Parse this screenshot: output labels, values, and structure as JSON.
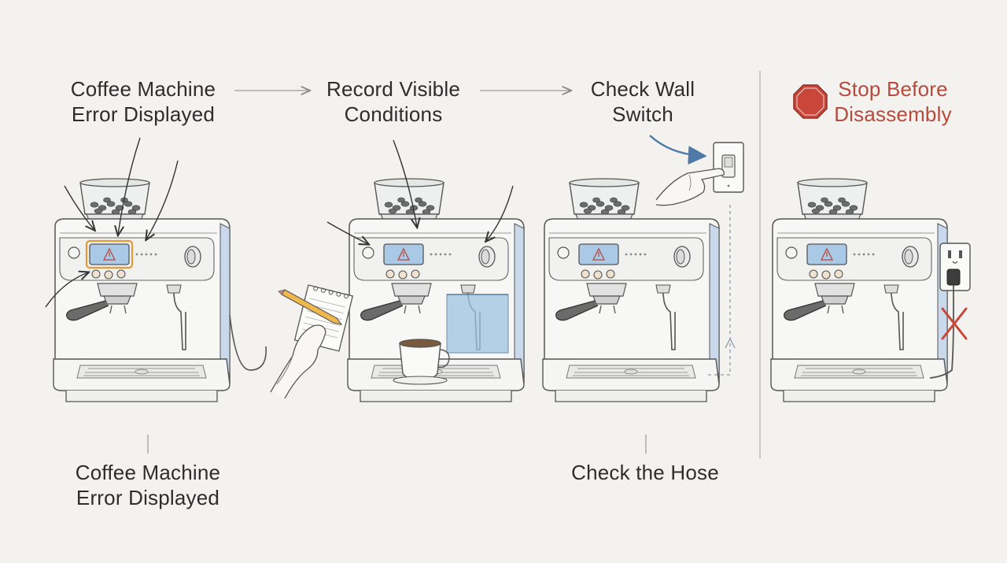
{
  "steps": [
    {
      "line1": "Coffee Machine",
      "line2": "Error Displayed"
    },
    {
      "line1": "Record Visible",
      "line2": "Conditions"
    },
    {
      "line1": "Check Wall",
      "line2": "Switch"
    },
    {
      "line1": "Stop Before",
      "line2": "Disassembly"
    }
  ],
  "bottom_labels": [
    {
      "line1": "Coffee Machine",
      "line2": "Error Displayed"
    },
    {
      "line1": "Check the Hose"
    }
  ],
  "icons": [
    "warning-icon",
    "stop-sign-icon",
    "notepad-icon",
    "pencil-icon",
    "hand-icon",
    "wall-switch-icon",
    "power-outlet-icon",
    "cross-icon",
    "coffee-cup-icon"
  ],
  "colors": {
    "background": "#f3f2ee",
    "warning_red": "#b64a3d",
    "water_blue": "#9ec3e2",
    "screen_blue": "#a9c9e6",
    "orange_highlight": "#e59a3a"
  }
}
